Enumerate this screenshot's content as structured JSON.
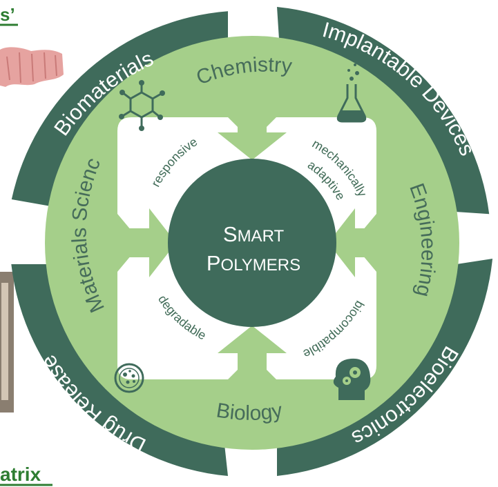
{
  "fragments": {
    "top_left": "s’",
    "bottom_left": "atrix"
  },
  "center": {
    "line1_big": "S",
    "line1_small": "MART",
    "line2_big": "P",
    "line2_small": "OLYMERS"
  },
  "ring_labels": {
    "top_left": "Biomaterials",
    "top_right": "Implantable Devices",
    "bottom_right": "Bioelectronics",
    "bottom_left": "Drug Release"
  },
  "disciplines": {
    "top": "Chemistry",
    "right": "Engineering",
    "bottom": "Biology",
    "left": "Materials Science"
  },
  "properties": {
    "top_left": "responsive",
    "top_right_line1": "mechanically",
    "top_right_line2": "adaptive",
    "bottom_right": "biocompatible",
    "bottom_left": "degradable"
  },
  "colors": {
    "dark_green": "#3f6b5b",
    "light_green": "#a5cf8a",
    "text_green": "#466c5a",
    "link_green": "#2e7d32"
  },
  "icons": [
    "molecule-icon",
    "flask-icon",
    "head-gears-icon",
    "petri-dish-icon"
  ]
}
